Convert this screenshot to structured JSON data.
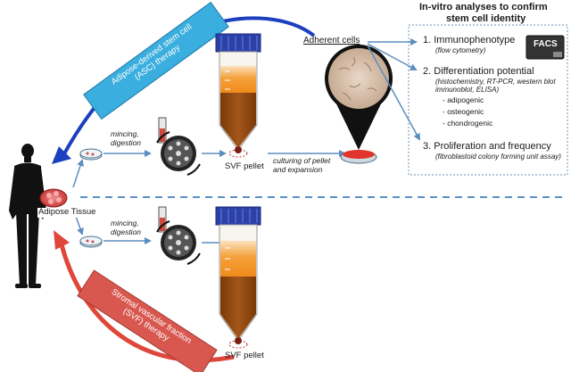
{
  "title_line1": "In-vitro analyses to confirm",
  "title_line2": "stem cell identity",
  "asc_label_line1": "Adipose-derived stem cell",
  "asc_label_line2": "(ASC) therapy",
  "svf_label_line1": "Stromal vascular fraction",
  "svf_label_line2": "(SVF) therapy",
  "adipose_tissue": "Adipose Tissue",
  "mincing_line1": "mincing,",
  "mincing_line2": "digestion",
  "svf_pellet": "SVF pellet",
  "adherent_cells": "Adherent cells",
  "culturing_line1": "culturing of pellet",
  "culturing_line2": "and expansion",
  "facs": "FACS",
  "analyses": [
    {
      "number": "1.",
      "title": "Immunophenotype",
      "detail": [
        "(flow cytometry)"
      ]
    },
    {
      "number": "2.",
      "title": "Differentiation potential",
      "detail": [
        "(histochemistry, RT-PCR, western blot",
        "immunoblot, ELISA)"
      ],
      "subitems": [
        "- adipogenic",
        "- osteogenic",
        "- chondrogenic"
      ]
    },
    {
      "number": "3.",
      "title": "Proliferation and frequency",
      "detail": [
        "(fibroblastoid colony forming unit assay)"
      ]
    }
  ],
  "colors": {
    "asc_banner": "#3aaede",
    "svf_banner": "#d85850",
    "asc_arrow": "#1c3fbf",
    "svf_arrow": "#e0473b",
    "flow_arrow": "#5c8dbf",
    "tube_orange": "#f5a13b",
    "tube_brown": "#9b4d10",
    "cap": "#2c41a8"
  }
}
